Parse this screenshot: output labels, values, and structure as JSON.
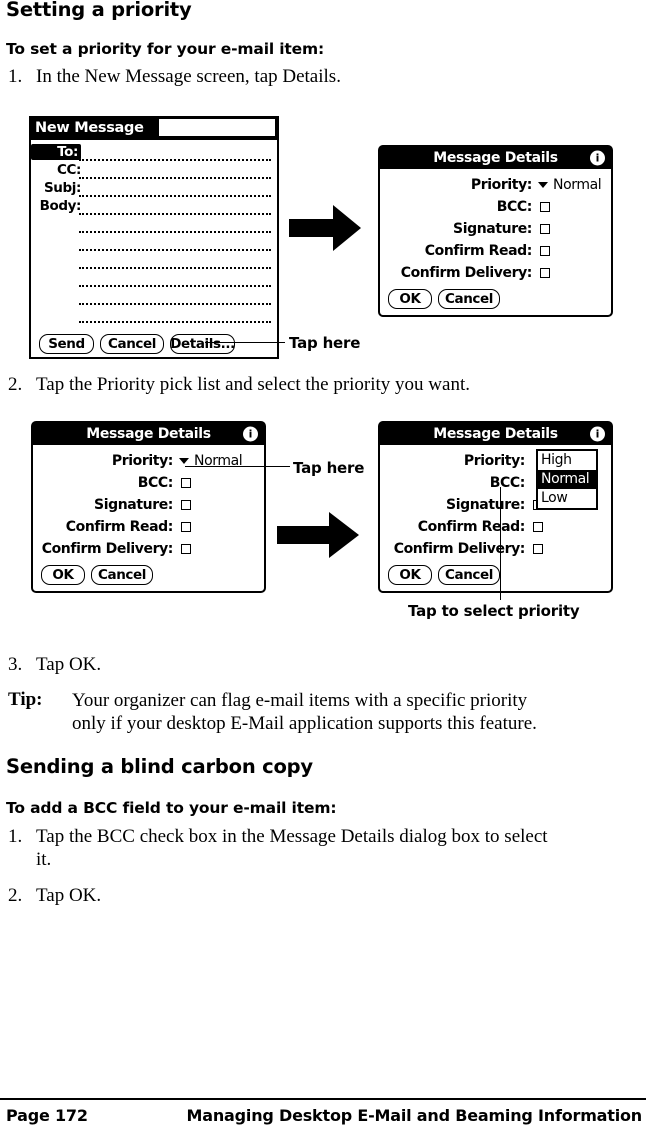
{
  "page": {
    "heading": "Setting a priority",
    "footer_page": "Page 172",
    "footer_title": "Managing Desktop E-Mail and Beaming Information"
  },
  "section_priority": {
    "subheading": "To set a priority for your e-mail item:",
    "step1_num": "1.",
    "step1_text": "In the New Message screen, tap Details.",
    "step2_num": "2.",
    "step2_text": "Tap the Priority pick list and select the priority you want.",
    "step3_num": "3.",
    "step3_text": "Tap OK.",
    "tip_label": "Tip:",
    "tip_line1": "Your organizer can flag e-mail items with a specific priority",
    "tip_line2": "only if your desktop E-Mail application supports this feature."
  },
  "section_bcc": {
    "heading": "Sending a blind carbon copy",
    "subheading": "To add a BCC field to your e-mail item:",
    "step1_num": "1.",
    "step1_line1": "Tap the BCC check box in the Message Details dialog box to select",
    "step1_line2": "it.",
    "step2_num": "2.",
    "step2_text": "Tap OK."
  },
  "callouts": {
    "tap_here_1": "Tap here",
    "tap_here_2": "Tap here",
    "tap_to_select": "Tap to select priority"
  },
  "figure_new_message": {
    "title": "New Message",
    "fields": [
      {
        "label": "To:",
        "selected": true
      },
      {
        "label": "CC:",
        "selected": false
      },
      {
        "label": "Subj:",
        "selected": false
      },
      {
        "label": "Body:",
        "selected": false
      }
    ],
    "buttons": [
      "Send",
      "Cancel",
      "Details..."
    ]
  },
  "figure_message_details": {
    "title": "Message Details",
    "info_icon": "i",
    "priority_label": "Priority:",
    "priority_value": "Normal",
    "rows": [
      {
        "label": "BCC:",
        "checked": false
      },
      {
        "label": "Signature:",
        "checked": false
      },
      {
        "label": "Confirm Read:",
        "checked": false
      },
      {
        "label": "Confirm Delivery:",
        "checked": false
      }
    ],
    "buttons": [
      "OK",
      "Cancel"
    ]
  },
  "figure_picklist": {
    "options": [
      "High",
      "Normal",
      "Low"
    ],
    "selected": "Normal"
  }
}
